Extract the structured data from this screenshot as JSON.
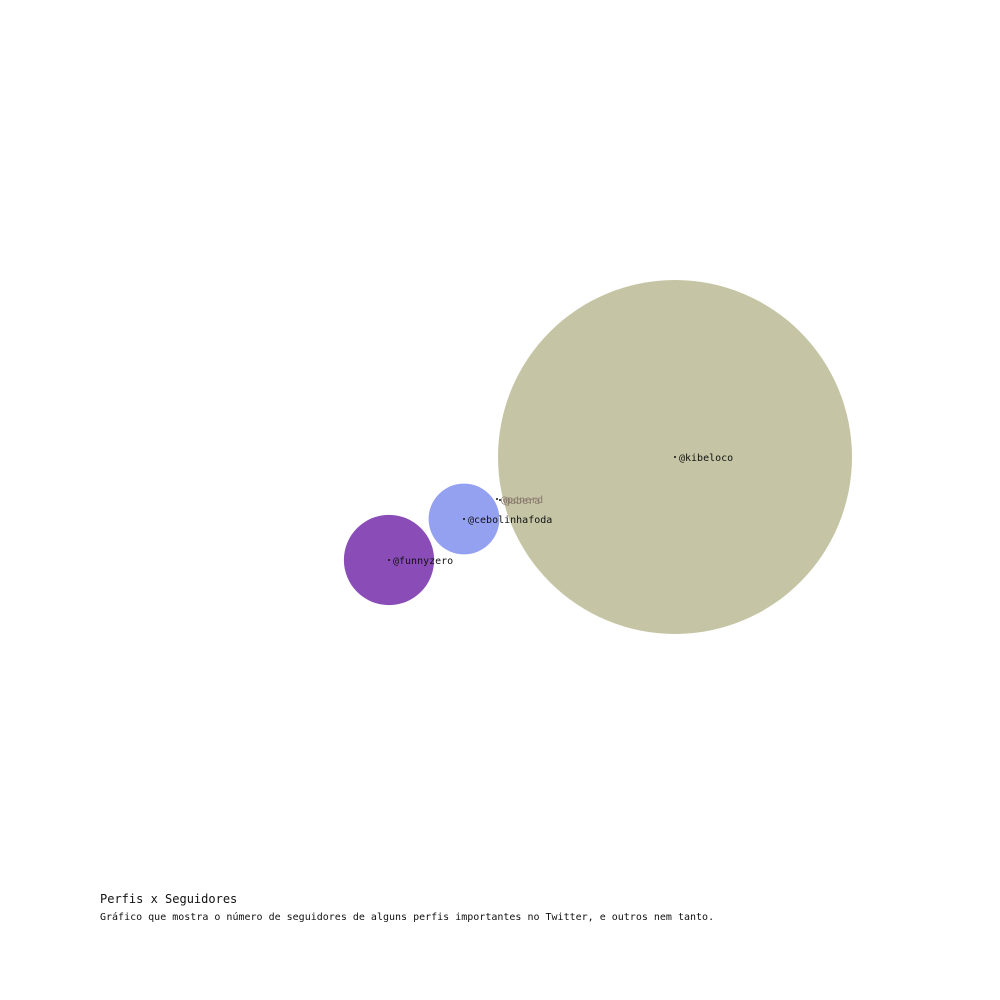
{
  "chart_data": {
    "type": "bubble",
    "title": "Perfis x Seguidores",
    "subtitle": "Gráfico que mostra o número de seguidores de alguns perfis importantes no Twitter, e outros nem tanto.",
    "bubbles": [
      {
        "name": "@kibeloco",
        "value": 1000,
        "color": "#c5c5a5"
      },
      {
        "name": "@cebolinhafoda",
        "value": 40,
        "color": "#94a0f0"
      },
      {
        "name": "@funnyzero",
        "value": 65,
        "color": "#8a4db8"
      },
      {
        "name": "@pcnerd",
        "value": 0,
        "color": "#8a7a6e"
      },
      {
        "name": "@abera",
        "value": 0,
        "color": "#8a7a6e"
      }
    ]
  }
}
